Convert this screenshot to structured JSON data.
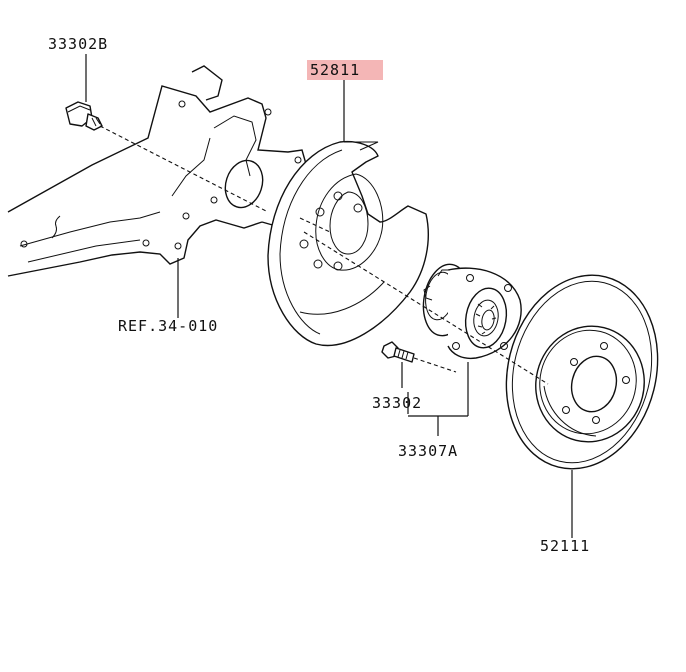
{
  "labels": {
    "bolt_flange": "33302B",
    "dust_shield": "52811",
    "ref_knuckle": "REF.34-010",
    "hub_bolt": "33302",
    "hub_assembly": "33307A",
    "brake_disc": "52111"
  },
  "highlight": {
    "part": "52811",
    "color": "#f4b6b6"
  }
}
